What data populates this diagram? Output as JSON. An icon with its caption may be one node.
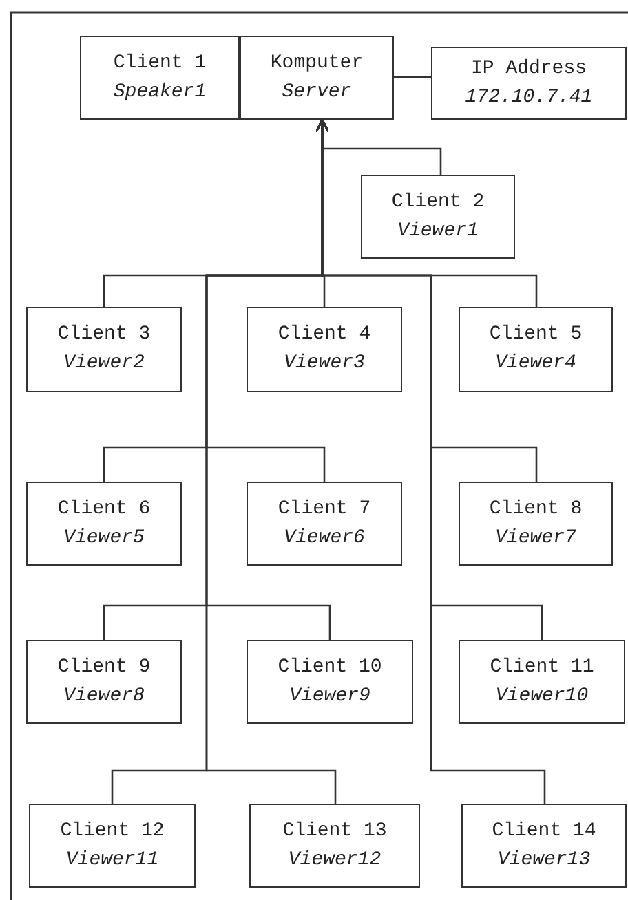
{
  "diagram": {
    "nodes": [
      {
        "text": [
          "Client 1",
          "Speaker1"
        ]
      },
      {
        "text": [
          "Komputer",
          "Server"
        ]
      },
      {
        "text": [
          "IP Address",
          "172.10.7.41"
        ]
      },
      {
        "text": [
          "Client 2",
          "Viewer1"
        ]
      },
      {
        "text": [
          "Client 3",
          "Viewer2"
        ]
      },
      {
        "text": [
          "Client 4",
          "Viewer3"
        ]
      },
      {
        "text": [
          "Client 5",
          "Viewer4"
        ]
      },
      {
        "text": [
          "Client 6",
          "Viewer5"
        ]
      },
      {
        "text": [
          "Client 7",
          "Viewer6"
        ]
      },
      {
        "text": [
          "Client 8",
          "Viewer7"
        ]
      },
      {
        "text": [
          "Client 9",
          "Viewer8"
        ]
      },
      {
        "text": [
          "Client 10",
          "Viewer9"
        ]
      },
      {
        "text": [
          "Client 11",
          "Viewer10"
        ]
      },
      {
        "text": [
          "Client 12",
          "Viewer11"
        ]
      },
      {
        "text": [
          "Client 13",
          "Viewer12"
        ]
      },
      {
        "text": [
          "Client 14",
          "Viewer13"
        ]
      }
    ],
    "edges": [
      {
        "from": 1,
        "to": 2,
        "arrow": "none"
      },
      {
        "from": 3,
        "to": 1,
        "arrow": "to"
      },
      {
        "from": 4,
        "to": 1,
        "arrow": "to"
      },
      {
        "from": 5,
        "to": 1,
        "arrow": "to"
      },
      {
        "from": 6,
        "to": 1,
        "arrow": "to"
      },
      {
        "from": 7,
        "to": 1,
        "arrow": "to"
      },
      {
        "from": 8,
        "to": 1,
        "arrow": "to"
      },
      {
        "from": 9,
        "to": 1,
        "arrow": "to"
      },
      {
        "from": 10,
        "to": 1,
        "arrow": "to"
      },
      {
        "from": 11,
        "to": 1,
        "arrow": "to"
      },
      {
        "from": 12,
        "to": 1,
        "arrow": "to"
      },
      {
        "from": 13,
        "to": 1,
        "arrow": "to"
      },
      {
        "from": 14,
        "to": 1,
        "arrow": "to"
      },
      {
        "from": 15,
        "to": 1,
        "arrow": "to"
      }
    ]
  }
}
